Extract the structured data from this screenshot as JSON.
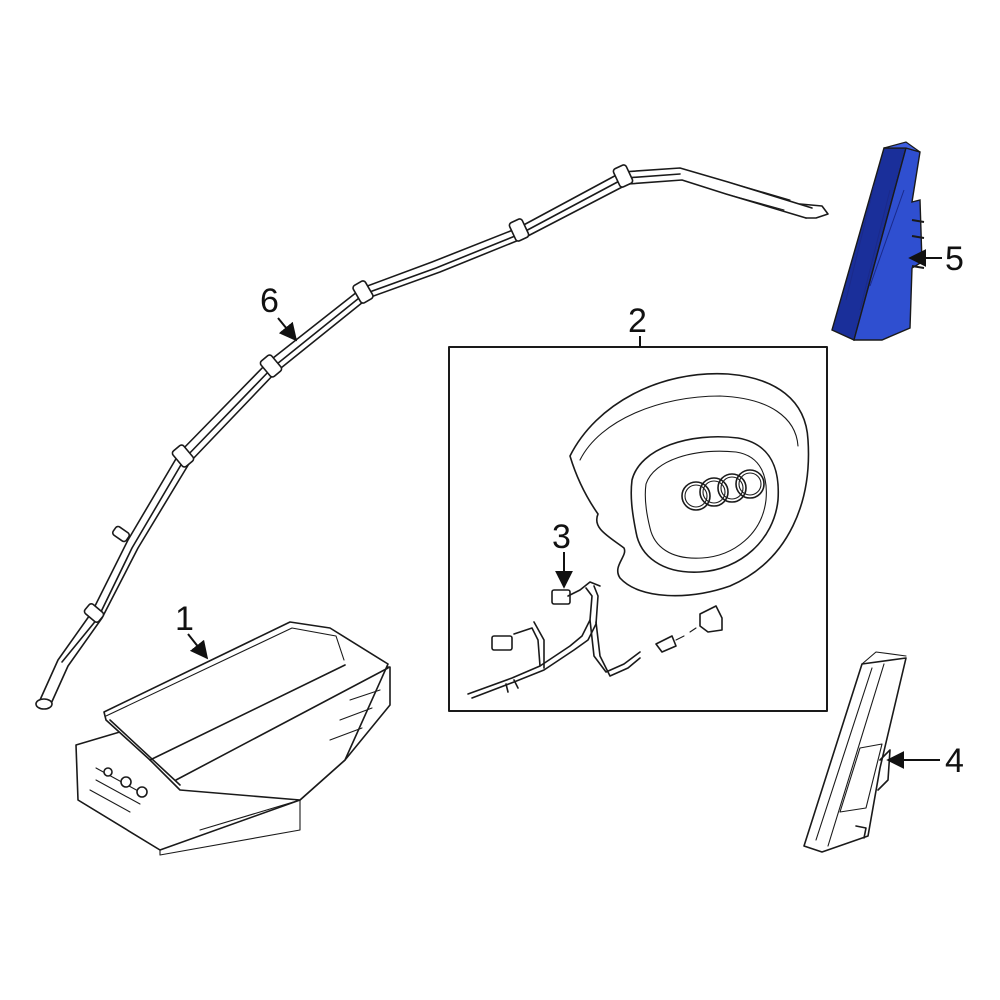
{
  "callouts": [
    {
      "id": "1",
      "label": "1"
    },
    {
      "id": "2",
      "label": "2"
    },
    {
      "id": "3",
      "label": "3"
    },
    {
      "id": "4",
      "label": "4"
    },
    {
      "id": "5",
      "label": "5"
    },
    {
      "id": "6",
      "label": "6"
    }
  ],
  "colors": {
    "highlight_part": "#2f4fd0",
    "highlight_part_dark": "#1a2f9a",
    "line": "#1a1a1a",
    "background": "#ffffff"
  }
}
